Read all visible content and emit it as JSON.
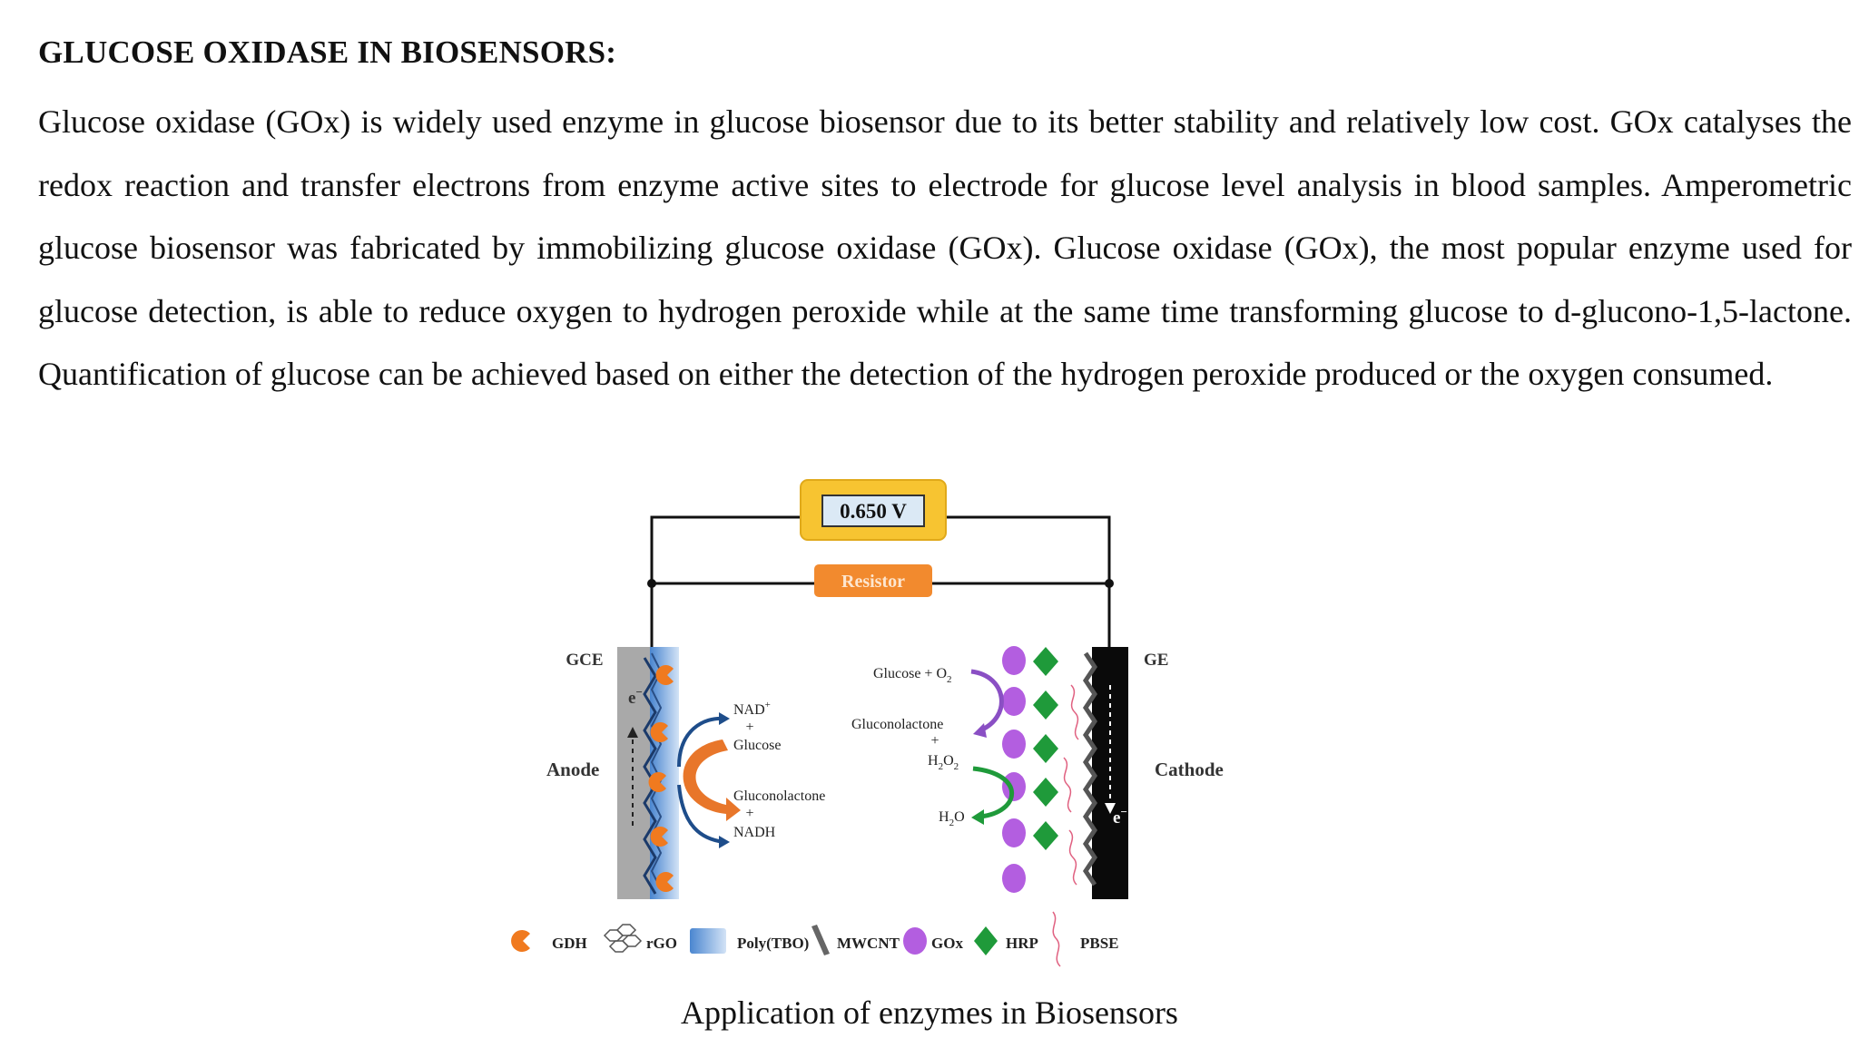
{
  "heading": "GLUCOSE OXIDASE IN BIOSENSORS:",
  "paragraph": "Glucose oxidase (GOx) is widely used enzyme in glucose biosensor due to its better stability and relatively low cost. GOx catalyses the redox reaction and transfer electrons from enzyme active sites to electrode for glucose level analysis in blood samples. Amperometric glucose biosensor was fabricated by immobilizing glucose oxidase (GOx). Glucose oxidase (GOx), the most popular enzyme used for glucose detection, is able to reduce oxygen to hydrogen peroxide while at the same time transforming glucose to d-glucono-1,5-lactone. Quantification of glucose can be achieved based on either the detection of the hydrogen peroxide produced or the oxygen consumed.",
  "figure": {
    "voltmeter": "0.650 V",
    "resistor": "Resistor",
    "anode_electrode": "GCE",
    "cathode_electrode": "GE",
    "anode": "Anode",
    "cathode": "Cathode",
    "electron_left": "e",
    "electron_right": "e",
    "electron_sign": "−",
    "nad": "NAD",
    "nad_sup": "+",
    "plus": "+",
    "glucose_left": "Glucose",
    "gluconolactone_left": "Gluconolactone",
    "nadh": "NADH",
    "glucose_o2": "Glucose + O",
    "gluconolactone_right": "Gluconolactone",
    "h2o2": "H",
    "h2o2_o": "O",
    "h2o": "H",
    "h2o_o": "O",
    "sub2": "2",
    "legend": [
      "GDH",
      "rGO",
      "Poly(TBO)",
      "MWCNT",
      "GOx",
      "HRP",
      "PBSE"
    ],
    "colors": {
      "gdh": "#f07a1f",
      "gox": "#b35ee0",
      "hrp": "#1f9a3a",
      "resistor": "#f28a2e",
      "voltmeter_outer": "#f7c431",
      "voltmeter_inner": "#dbe9f5",
      "poly_tbo": "#4a86d0",
      "gce": "#a9a9a9",
      "pbse": "#e06080"
    }
  },
  "caption": "Application of enzymes in Biosensors"
}
